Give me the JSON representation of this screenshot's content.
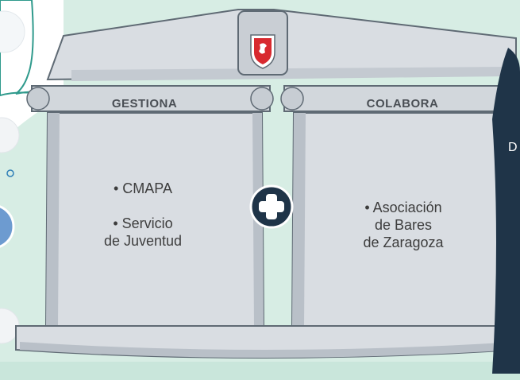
{
  "colors": {
    "background_mint": "#d7ede4",
    "stone": "#d9dde2",
    "stone_dark": "#9aa3ad",
    "outline": "#5f6a74",
    "plus_circle": "#1f3448",
    "shield_red": "#d8292f",
    "dark_panel": "#1f3448",
    "blue_badge": "#6d9bd0"
  },
  "icons": {
    "crest": "zaragoza-shield-icon",
    "plus": "plus-circle-icon"
  },
  "left_column": {
    "heading": "GESTIONA",
    "items": [
      "• CMAPA",
      "• Servicio",
      "de Juventud"
    ]
  },
  "right_column": {
    "heading": "COLABORA",
    "items": [
      "• Asociación",
      "de Bares",
      "de Zaragoza"
    ]
  },
  "side_fragment": "D"
}
